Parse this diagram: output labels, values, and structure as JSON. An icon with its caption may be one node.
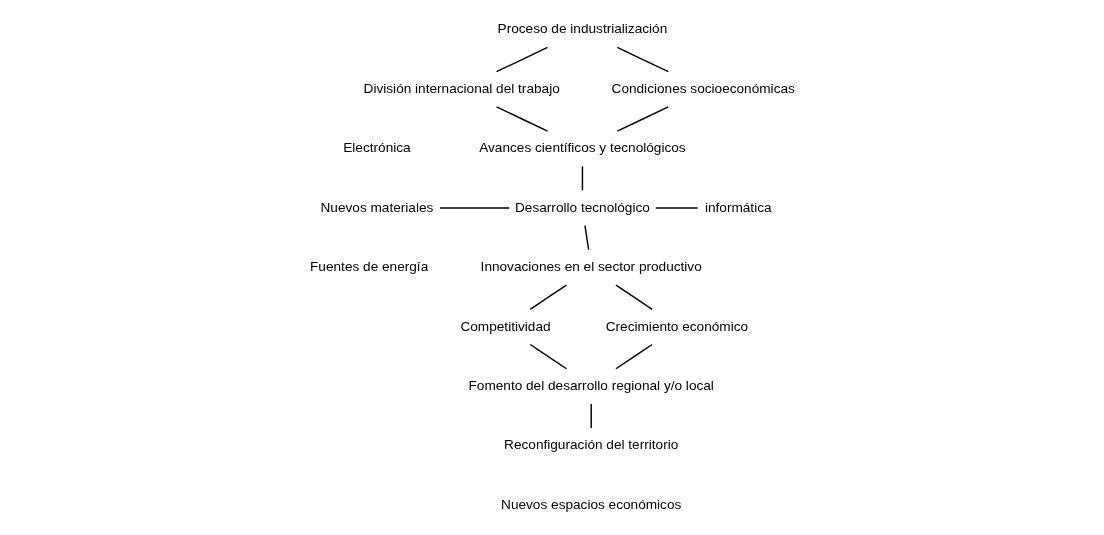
{
  "diagram": {
    "nodes": [
      {
        "text": [
          "Proceso de industrialización"
        ]
      },
      {
        "text": [
          "División internacional del trabajo"
        ]
      },
      {
        "text": [
          "Condiciones socioeconómicas"
        ]
      },
      {
        "text": [
          "Avances científicos y tecnológicos"
        ]
      },
      {
        "text": [
          "Nuevos materiales"
        ]
      },
      {
        "text": [
          "Desarrollo tecnológico"
        ]
      },
      {
        "text": [
          "informática"
        ]
      },
      {
        "text": [
          "Innovaciones en el sector productivo"
        ]
      },
      {
        "text": [
          "Competitividad"
        ]
      },
      {
        "text": [
          "Crecimiento económico"
        ]
      },
      {
        "text": [
          "Fomento del desarrollo regional y/o local"
        ]
      },
      {
        "text": [
          "Reconfiguración del territorio"
        ]
      }
    ],
    "edges": [
      {
        "from": 0,
        "to": 1,
        "arrow": "none"
      },
      {
        "from": 0,
        "to": 2,
        "arrow": "none"
      },
      {
        "from": 1,
        "to": 3,
        "arrow": "none"
      },
      {
        "from": 2,
        "to": 3,
        "arrow": "none"
      },
      {
        "from": 3,
        "to": 5,
        "arrow": "none"
      },
      {
        "from": 4,
        "to": 5,
        "arrow": "none"
      },
      {
        "from": 5,
        "to": 6,
        "arrow": "none"
      },
      {
        "from": 5,
        "to": 7,
        "arrow": "none"
      },
      {
        "from": 7,
        "to": 8,
        "arrow": "none"
      },
      {
        "from": 7,
        "to": 9,
        "arrow": "none"
      },
      {
        "from": 8,
        "to": 10,
        "arrow": "none"
      },
      {
        "from": 9,
        "to": 10,
        "arrow": "none"
      },
      {
        "from": 10,
        "to": 11,
        "arrow": "none"
      }
    ],
    "labels": [
      "Electrónica",
      "Fuentes de energía",
      "Nuevos espacios económicos"
    ]
  }
}
